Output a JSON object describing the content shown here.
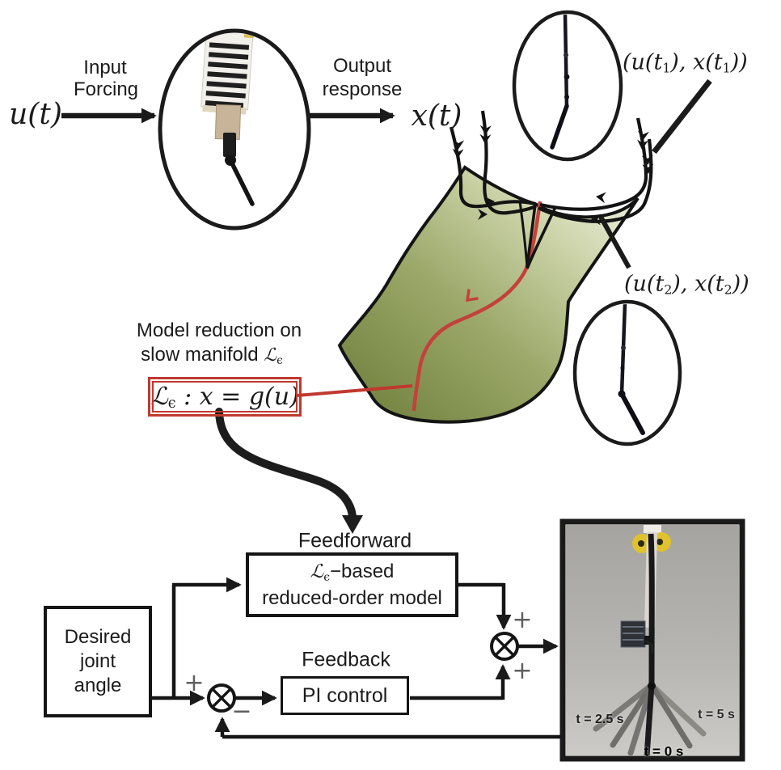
{
  "colors": {
    "accent_red": "#c0392f",
    "ink": "#1b1b1b",
    "manifold_dark": "#6f7f3a",
    "manifold_light": "#f4f6e8",
    "sign_gray": "#5f5f5f",
    "photo_bg": "#b3b2af"
  },
  "top": {
    "input_signal": "u(t)",
    "input_label_line1": "Input",
    "input_label_line2": "Forcing",
    "output_label_line1": "Output",
    "output_label_line2": "response",
    "output_signal": "x(t)",
    "sample1": {
      "p1": "(u(t",
      "s1": "1",
      "p2": "), x(t",
      "s2": "1",
      "p3": "))"
    },
    "sample2": {
      "p1": "(u(t",
      "s1": "2",
      "p2": "), x(t",
      "s2": "2",
      "p3": "))"
    }
  },
  "model": {
    "caption_line1": "Model reduction on",
    "caption_line2_prefix": "slow manifold ",
    "script_L": "ℒ",
    "epsilon": "ϵ",
    "equation_rest": " : x = g(u)"
  },
  "control": {
    "feedforward_title": "Feedforward",
    "ff_line1_suffix": "−based",
    "ff_line2": "reduced-order model",
    "feedback_title": "Feedback",
    "pi_label": "PI control",
    "desired_line1": "Desired",
    "desired_line2": "joint",
    "desired_line3": "angle",
    "plus": "+",
    "minus": "−"
  },
  "photo": {
    "t_mid": "t = 2.5 s",
    "t_end": "t = 5 s",
    "t_start": "t = 0 s"
  }
}
